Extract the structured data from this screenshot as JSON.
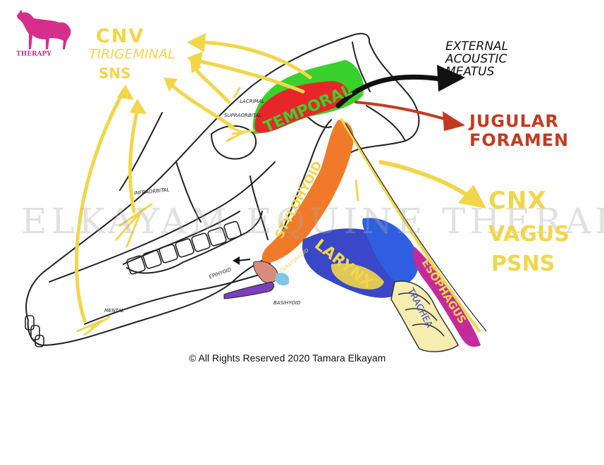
{
  "watermark": "ELKAYAM EQUINE THERAPY",
  "logo": {
    "text": "THERAPY",
    "color": "#d72d8b",
    "icon": "horse-silhouette-icon"
  },
  "labels": {
    "cnv": "CNV",
    "trigeminal": "TIRIGEMINAL",
    "sns": "SNS",
    "external_acoustic_meatus": [
      "EXTERNAL",
      "ACOUSTIC",
      "MEATUS"
    ],
    "jugular_foramen": [
      "JUGULAR",
      "FORAMEN"
    ],
    "cnx": "CNX",
    "vagus": "VAGUS",
    "psns": "PSNS"
  },
  "structures": {
    "temporal": "TEMPORAL",
    "stylohyoid": "STYLOHYOID",
    "larynx": "LARYNX",
    "esophagus": "ESOPHAGUS",
    "trachea": "TRACHEA",
    "ceratohyoid": "CERATOHYOID",
    "epihyoid": "EPIHYOID",
    "basihyoid": "BASIHYOID",
    "infraorbital": "INFRAORBITAL",
    "mental": "MENTAL",
    "supraorbital": "SUPRAORBITAL",
    "lacrimal": "LACRIMAL"
  },
  "copyright": "© All Rights Reserved 2020 Tamara Elkayam",
  "colors": {
    "nerve_yellow": "#f2d64a",
    "temporal_red": "#e8262a",
    "temporal_green": "#39d12b",
    "stylohyoid_orange": "#f07a2a",
    "larynx_blue": "#3a47c9",
    "esophagus_magenta": "#c42a9b",
    "trachea_cream": "#f6edb0",
    "jugular_red": "#c43a20",
    "meatus_black": "#111111"
  }
}
